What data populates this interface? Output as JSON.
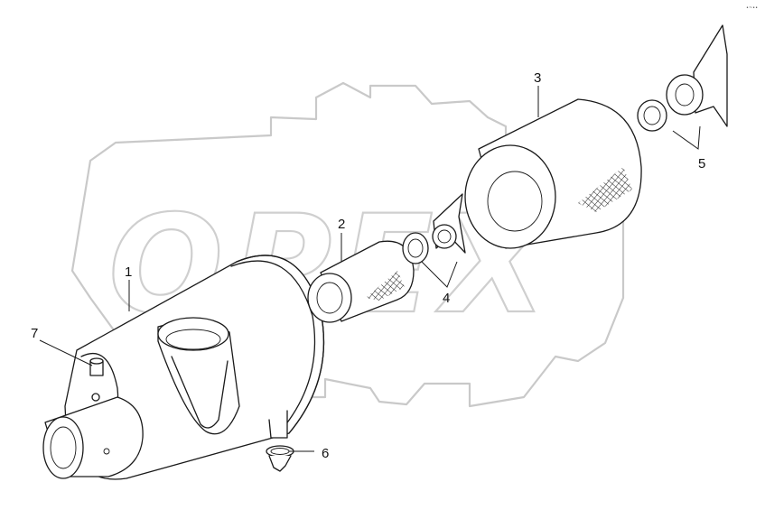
{
  "watermark": {
    "text": "OPEX"
  },
  "corner_mark": "•~••",
  "callouts": [
    {
      "id": "1",
      "label": "1"
    },
    {
      "id": "2",
      "label": "2"
    },
    {
      "id": "3",
      "label": "3"
    },
    {
      "id": "4",
      "label": "4"
    },
    {
      "id": "5",
      "label": "5"
    },
    {
      "id": "6",
      "label": "6"
    },
    {
      "id": "7",
      "label": "7"
    }
  ],
  "colors": {
    "line": "#1a1a1a",
    "watermark": "#c9c9c9",
    "background": "#ffffff"
  }
}
